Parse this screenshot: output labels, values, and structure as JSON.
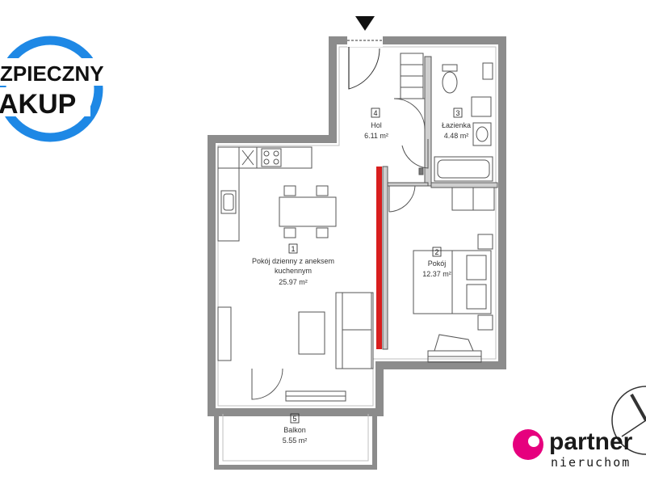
{
  "floorplan": {
    "rooms": [
      {
        "number": "1",
        "name_line1": "Pokój dzienny z aneksem",
        "name_line2": "kuchennym",
        "area": "25.97 m²"
      },
      {
        "number": "2",
        "name_line1": "Pokój",
        "area": "12.37 m²"
      },
      {
        "number": "3",
        "name_line1": "Łazienka",
        "area": "4.48 m²"
      },
      {
        "number": "4",
        "name_line1": "Hol",
        "area": "6.11 m²"
      },
      {
        "number": "5",
        "name_line1": "Balkon",
        "area": "5.55 m²"
      }
    ]
  },
  "badge": {
    "line1": "ZPIECZNY",
    "line2": "AKUP",
    "color": "#1e88e5"
  },
  "logo": {
    "name": "partner",
    "sub": "nieruchom",
    "colors": {
      "pink": "#e6007e",
      "blue": "#1e88e5"
    }
  },
  "accent": {
    "wall_gray": "#8c8c8c",
    "red_wall": "#d81e1e"
  }
}
